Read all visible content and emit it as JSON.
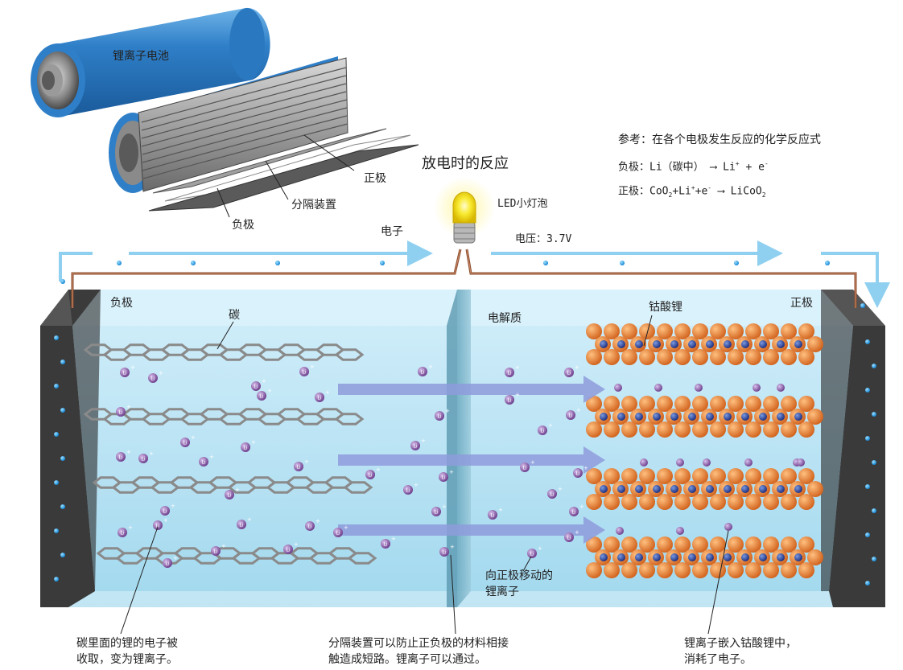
{
  "battery_label": "锂离子电池",
  "positive_electrode_label": "正极",
  "separator_label": "分隔装置",
  "negative_electrode_label": "负极",
  "title": "放电时的反应",
  "led_label": "LED小灯泡",
  "electron_label": "电子",
  "voltage_label": "电压：3.7V",
  "reference": {
    "heading": "参考：在各个电极发生反应的化学反应式",
    "negative_prefix": "负极：Li（碳中）",
    "negative_products": "Li",
    "negative_plus": "+ e",
    "positive_prefix": "正极：CoO",
    "positive_mid": "+Li",
    "positive_e": "+e",
    "positive_product": "LiCoO"
  },
  "cell": {
    "negative_label": "负极",
    "positive_label": "正极",
    "carbon_label": "碳",
    "electrolyte_label": "电解质",
    "cobaltate_label": "钴酸锂",
    "moving_ions_label": "向正极移动的\n锂离子",
    "ion_symbol": "Li",
    "ion_charge": "+"
  },
  "captions": {
    "left": "碳里面的锂的电子被\n收取，变为锂离子。",
    "middle": "分隔装置可以防止正负极的材料相接\n触造成短路。锂离子可以通过。",
    "right": "锂离子嵌入钴酸锂中，\n消耗了电子。"
  },
  "colors": {
    "battery_blue": "#2f7fc8",
    "electrolyte": "#bfe6f5",
    "electrode_dark": "#3a3a3a",
    "wire": "#8a4a2a",
    "ion_purple": "#7a4a9a",
    "cobalt_orange": "#e8802a",
    "cobalt_blue": "#2a4a9a",
    "arrow": "#8a9ad8",
    "electron_blue": "#1ea0e8"
  }
}
